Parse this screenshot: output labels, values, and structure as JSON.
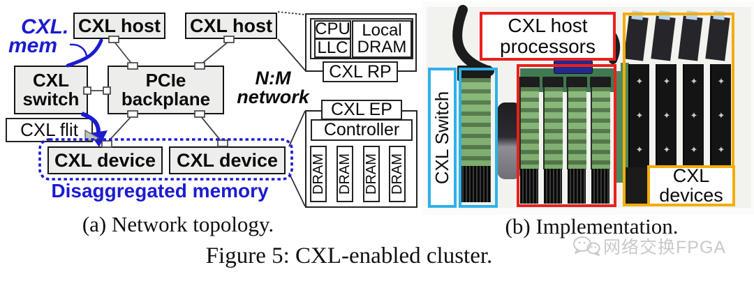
{
  "figure": {
    "caption": "Figure 5: CXL-enabled cluster.",
    "caption_a": "(a) Network topology.",
    "caption_b": "(b) Implementation."
  },
  "topology": {
    "cxl_mem_label": {
      "line1": "CXL.",
      "line2": "mem"
    },
    "nm_network_label": {
      "line1": "N:M",
      "line2": "network"
    },
    "cxl_flit_label": "CXL flit",
    "disaggregated_memory_label": "Disaggregated memory",
    "nodes": {
      "host1": "CXL host",
      "host2": "CXL host",
      "switch": {
        "line1": "CXL",
        "line2": "switch"
      },
      "backplane": {
        "line1": "PCIe",
        "line2": "backplane"
      },
      "device1": "CXL device",
      "device2": "CXL device"
    },
    "host_detail": {
      "cpu": "CPU",
      "llc": "LLC",
      "local_dram": {
        "line1": "Local",
        "line2": "DRAM"
      },
      "cxl_rp": "CXL RP"
    },
    "device_detail": {
      "cxl_ep": "CXL EP",
      "controller": "Controller",
      "dram_modules": [
        "DRAM",
        "DRAM",
        "DRAM",
        "DRAM"
      ]
    }
  },
  "implementation": {
    "cxl_switch_label": "CXL Switch",
    "cxl_host_processors_label": {
      "line1": "CXL host",
      "line2": "processors"
    },
    "cxl_devices_label": {
      "line1": "CXL",
      "line2": "devices"
    },
    "colors": {
      "switch_outline": "#2fb1e8",
      "host_outline": "#e8201f",
      "devices_outline": "#f3ad0d"
    }
  },
  "colors": {
    "annotation_blue": "#1b1bd2"
  },
  "watermark": {
    "text": "网络交换FPGA",
    "icon": "wechat-icon"
  }
}
